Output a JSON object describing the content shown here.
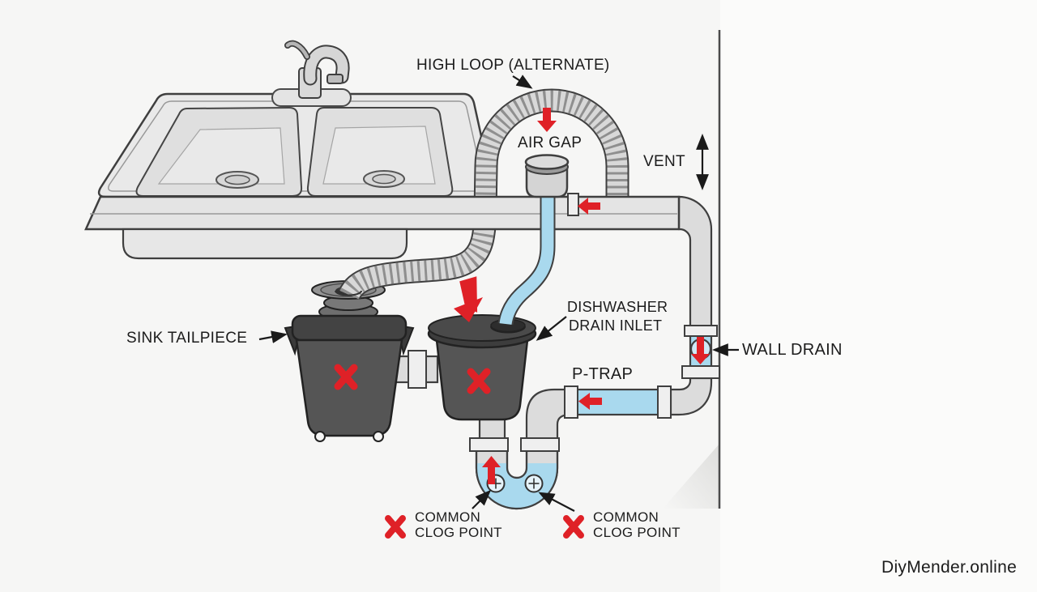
{
  "diagram": {
    "labels": {
      "high_loop": "HIGH LOOP (ALTERNATE)",
      "air_gap": "AIR GAP",
      "vent": "VENT",
      "sink_tailpiece": "SINK TAILPIECE",
      "dishwasher_drain_inlet_line1": "DISHWASHER",
      "dishwasher_drain_inlet_line2": "DRAIN INLET",
      "p_trap": "P-TRAP",
      "wall_drain": "WALL DRAIN",
      "clog_left_line1": "COMMON",
      "clog_left_line2": "CLOG POINT",
      "clog_right_line1": "COMMON",
      "clog_right_line2": "CLOG POINT"
    },
    "watermark": "DiyMender.online",
    "colors": {
      "background": "#f6f6f5",
      "wall_side": "#fbfbfa",
      "line_dark": "#3f3f3f",
      "label_text": "#1c1c1c",
      "accent_red": "#df2127",
      "water_blue": "#a9d9ee",
      "water_blue_light": "#cfe9f6",
      "pipe_gray": "#dcdcdc",
      "pipe_collar": "#efefef",
      "hose_gray": "#d8d8d8",
      "hose_rib": "#8f8f8f",
      "sink_gray": "#e9e9e9",
      "sink_bowl": "#dfdfdf",
      "sink_floor": "#e9e9e9",
      "counter_gray": "#e4e4e4",
      "basin_gray": "#e7e7e7",
      "unit_dark": "#555555",
      "unit_darker": "#434343"
    }
  }
}
